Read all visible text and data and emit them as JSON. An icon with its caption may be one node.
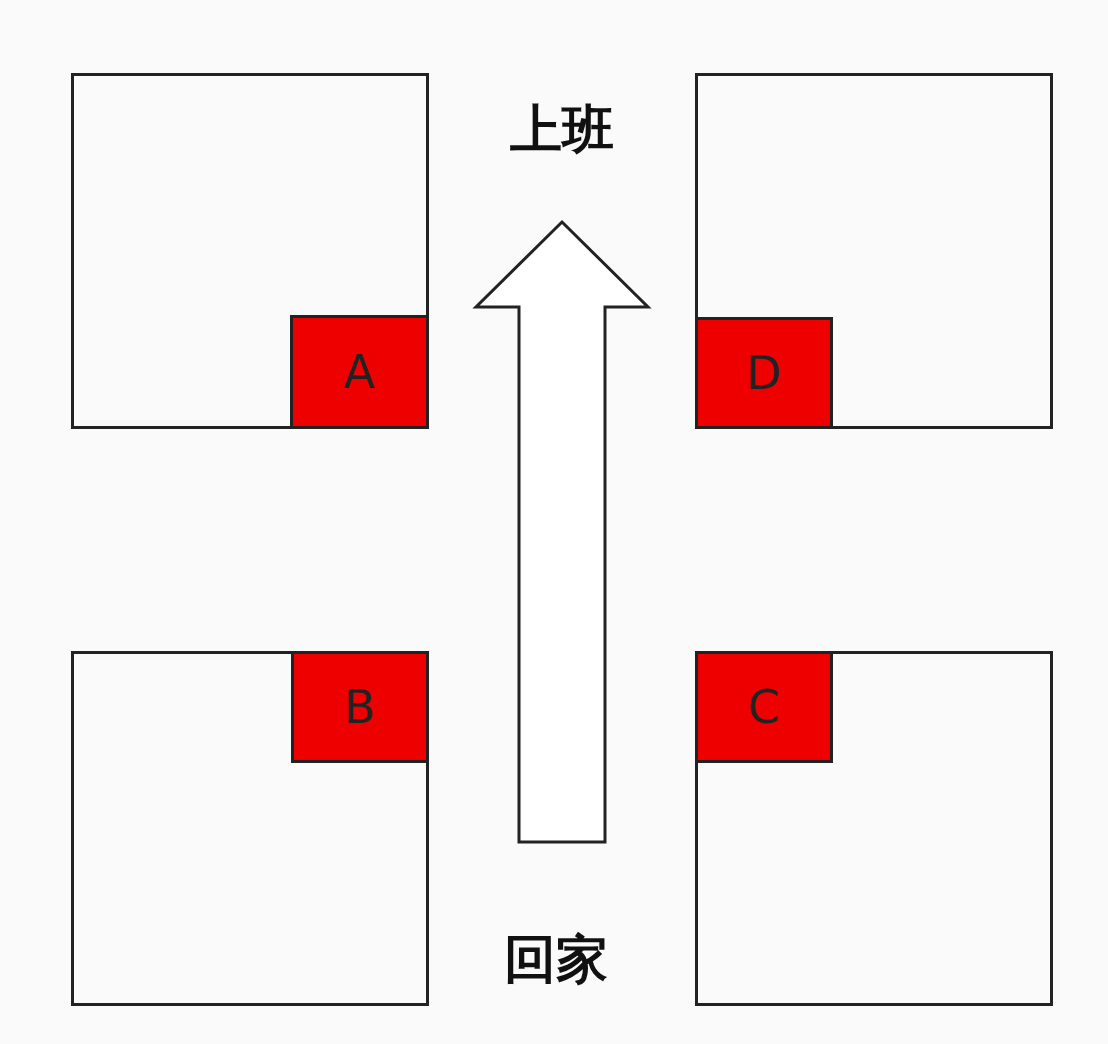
{
  "diagram": {
    "nodes": [
      {
        "text": [],
        "shape": "box"
      },
      {
        "text": [
          "A"
        ],
        "in": 0
      },
      {
        "text": [
          "上班"
        ]
      },
      {
        "text": [],
        "shape": "box"
      },
      {
        "text": [
          "D"
        ],
        "in": 3
      },
      {
        "text": [],
        "shape": "box"
      },
      {
        "text": [
          "B"
        ],
        "in": 5
      },
      {
        "text": [],
        "shape": "box"
      },
      {
        "text": [
          "C"
        ],
        "in": 7
      },
      {
        "text": [
          "回家"
        ]
      }
    ],
    "edges": [
      {
        "from": 9,
        "to": 2,
        "arrow": "to"
      }
    ]
  }
}
